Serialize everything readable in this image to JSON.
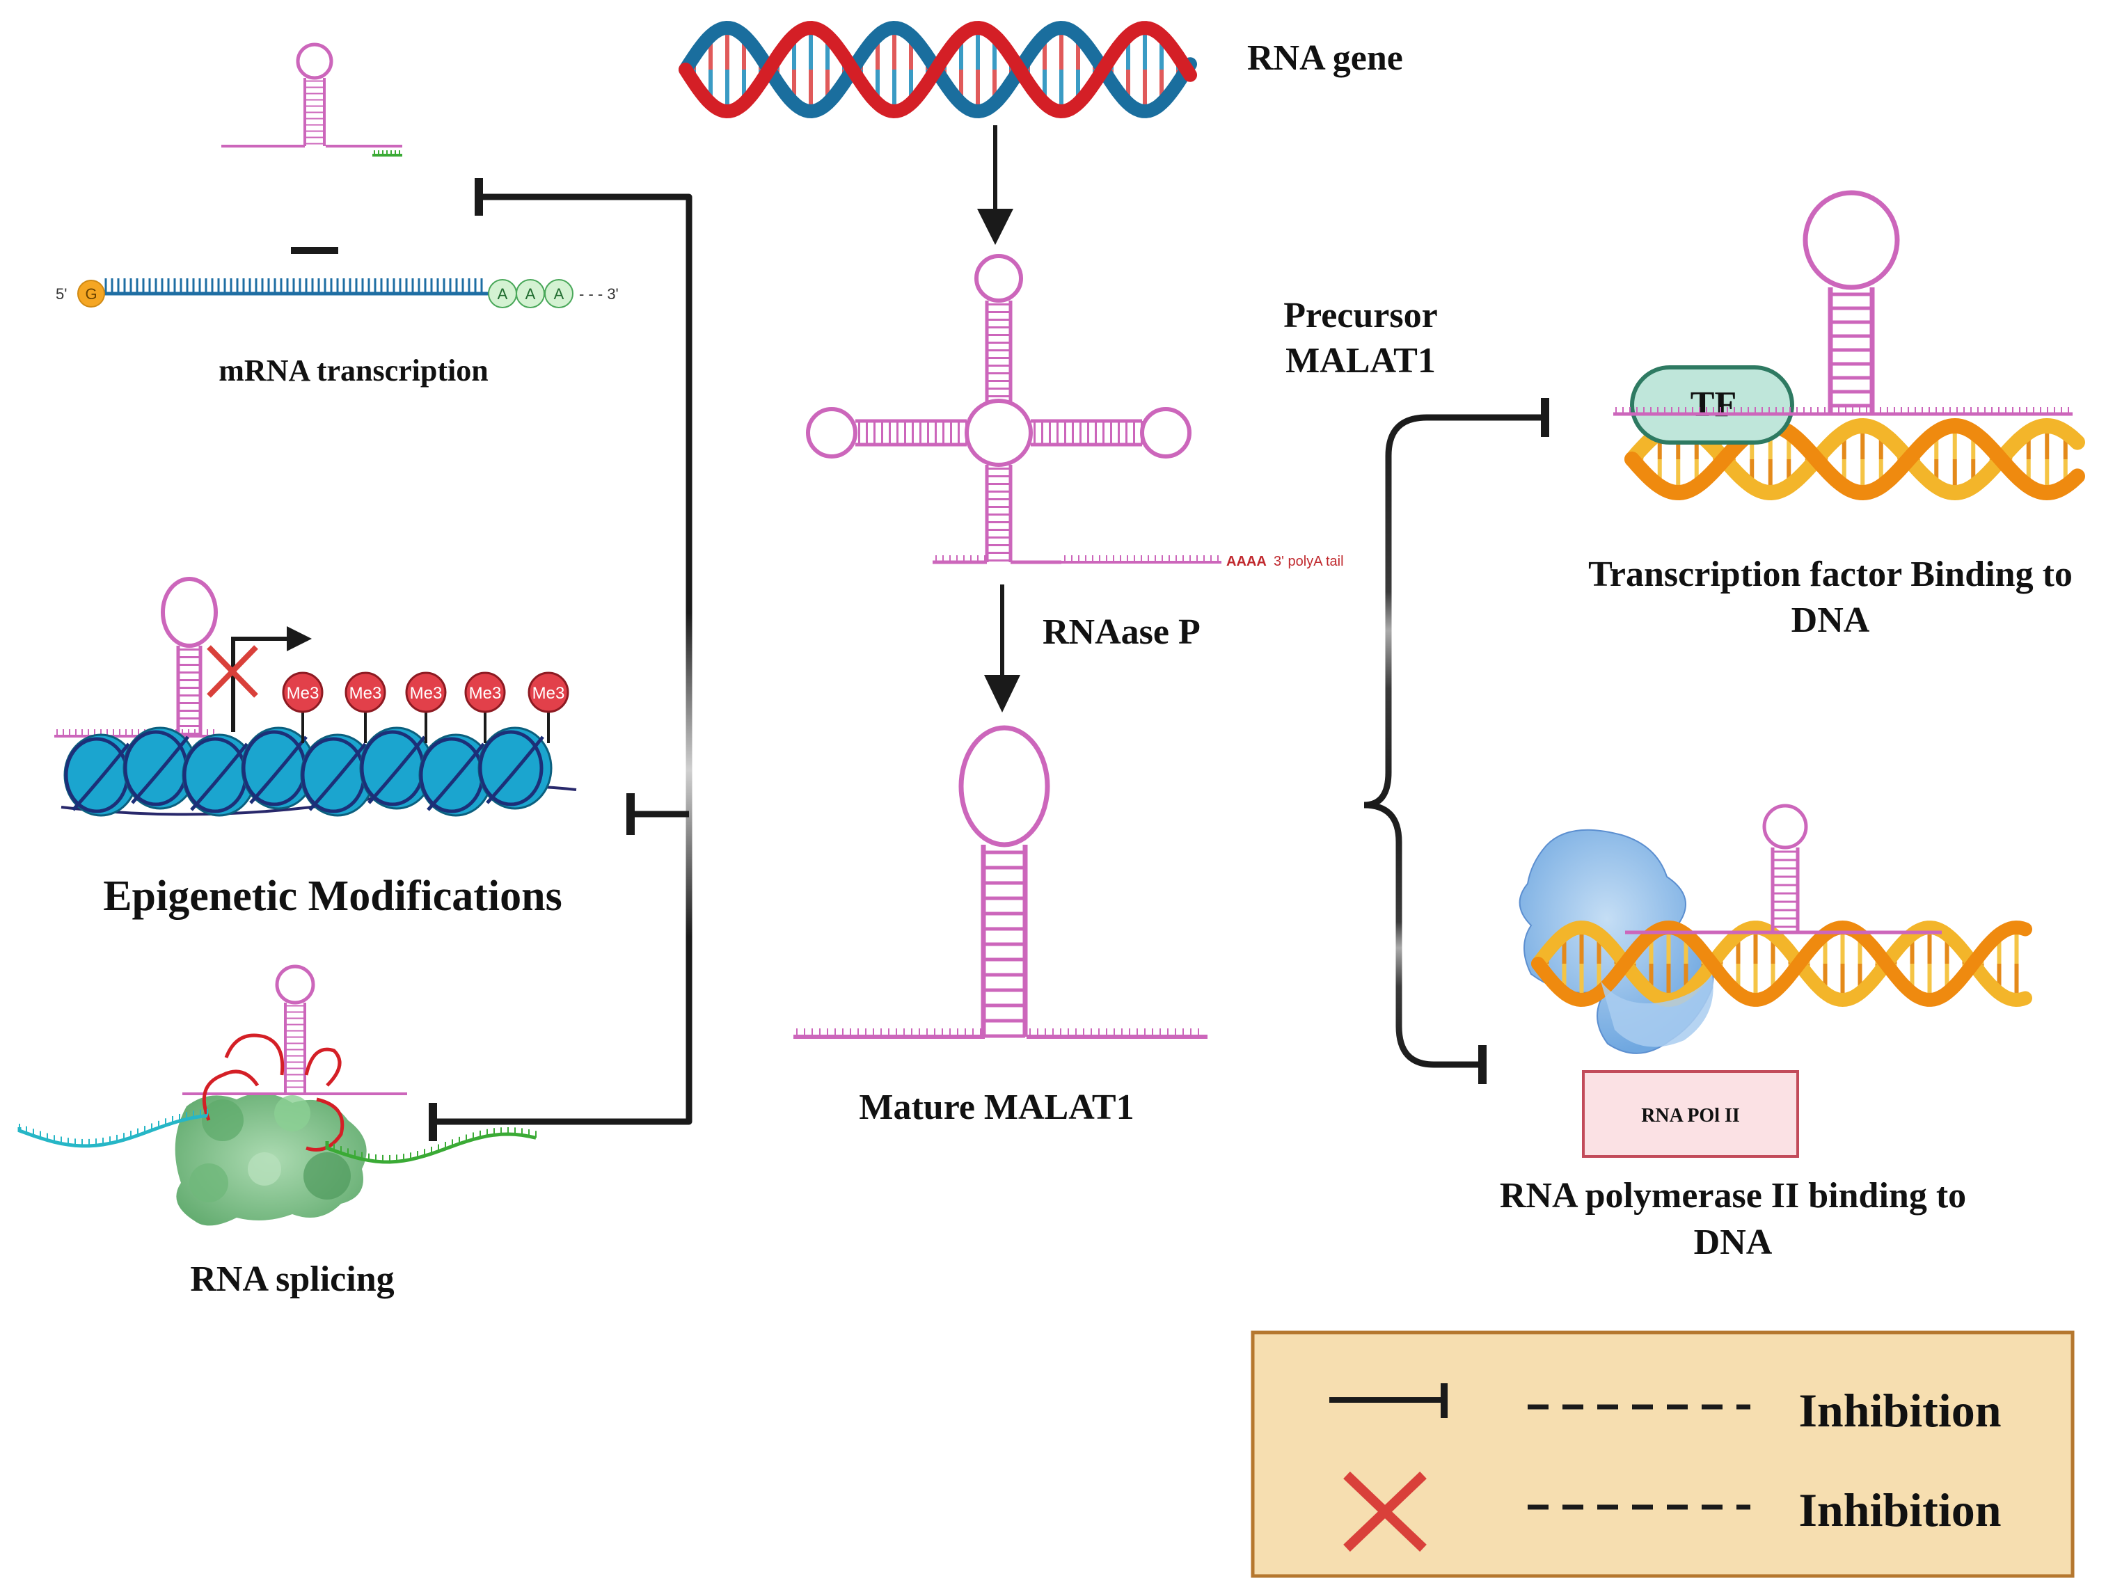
{
  "labels": {
    "rna_gene": "RNA gene",
    "precursor_line1": "Precursor",
    "precursor_line2": "MALAT1",
    "polya_seq": "AAAA",
    "polya_tail": "3' polyA tail",
    "rnaase_p": "RNAase P",
    "mature": "Mature MALAT1",
    "mrna_transcription": "mRNA transcription",
    "five_prime": "5'",
    "cap_letter": "G",
    "poly_a": [
      "A",
      "A",
      "A"
    ],
    "three_prime": "- - - 3'",
    "epigenetic": "Epigenetic Modifications",
    "me3": "Me3",
    "rna_splicing": "RNA splicing",
    "tf": "TF",
    "tf_binding_line1": "Transcription factor Binding to",
    "tf_binding_line2": "DNA",
    "rna_pol_box": "RNA POl II",
    "pol_binding_line1": "RNA polymerase II binding to",
    "pol_binding_line2": "DNA"
  },
  "legend": {
    "items": [
      {
        "symbol": "inhibition-bar",
        "dashes": "- - - - - - -",
        "label": "Inhibition"
      },
      {
        "symbol": "red-cross",
        "dashes": "- - - - - - -",
        "label": "Inhibition"
      }
    ]
  },
  "colors": {
    "rna_pink": "#cc66bb",
    "dna_red": "#d41f26",
    "dna_blue": "#1a6e9e",
    "dna_orange": "#ef8a0f",
    "dna_yellow": "#f3b52a",
    "inhibit_black": "#1a1a1a",
    "cross_red": "#d9403a",
    "legend_bg": "#f6deb0",
    "legend_border": "#b5772e",
    "nucleosome": "#1ba5cf",
    "me3_red": "#e2404a",
    "tf_green": "#bfe6da",
    "polymerase_blue": "#8dbce8",
    "pol_box_fill": "#fbe1e4",
    "pol_box_border": "#c24b5a",
    "spliceosome_green": "#7cbf86"
  }
}
